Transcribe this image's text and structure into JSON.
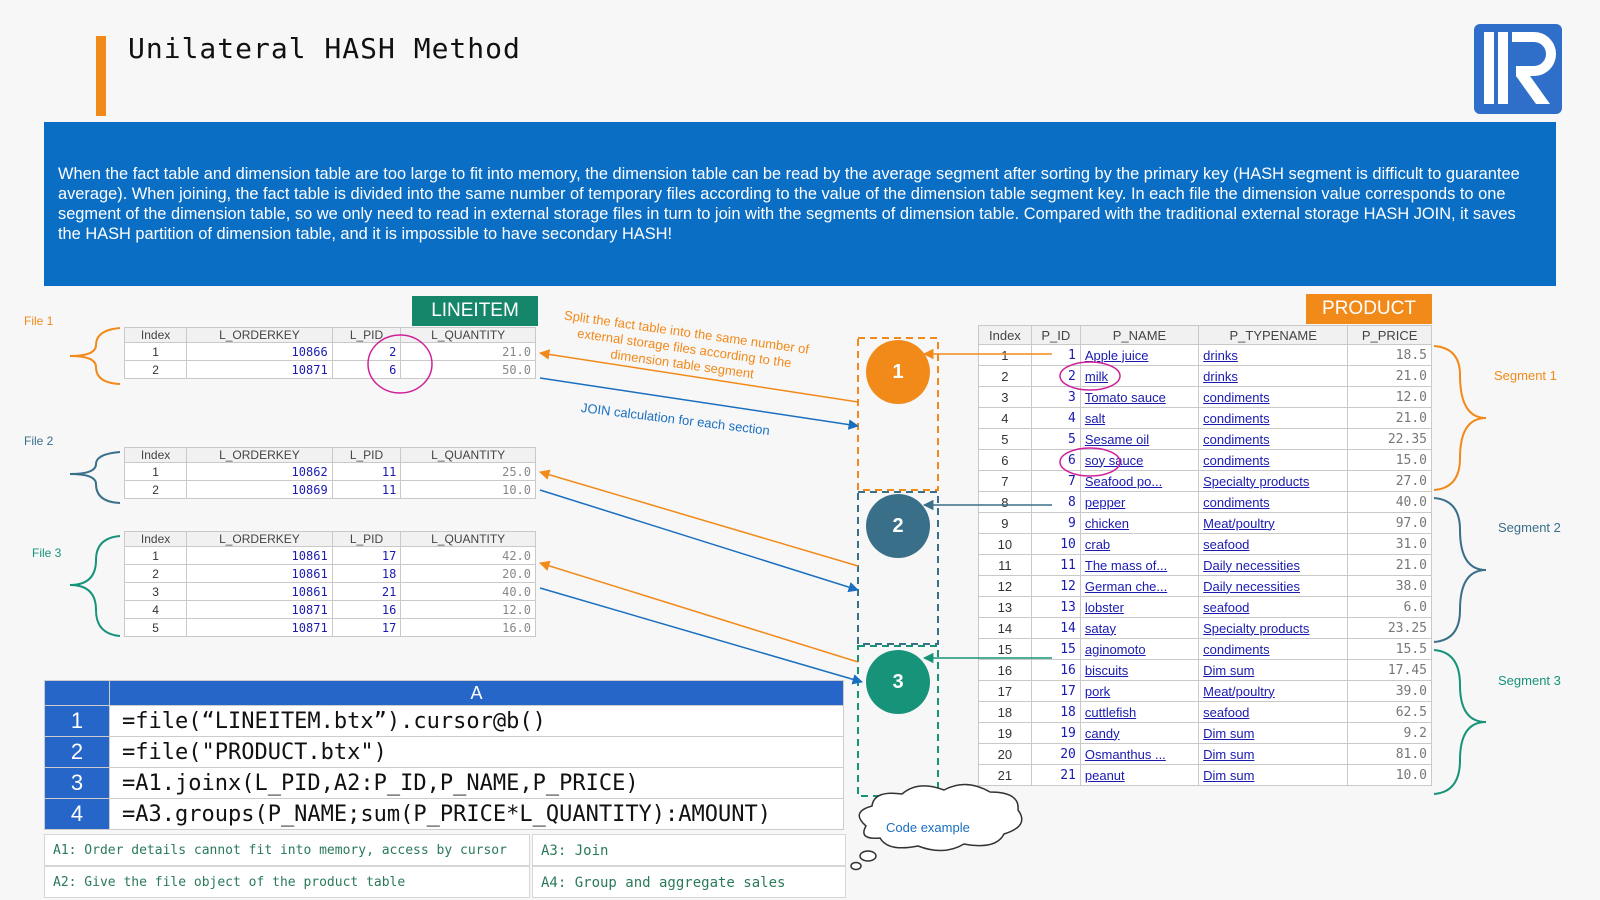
{
  "title": "Unilateral HASH Method",
  "description": "When the fact table and dimension table are too large to fit into memory, the dimension table can be read by the average segment after sorting by the primary key (HASH segment is difficult to guarantee average). When joining, the fact table is divided into the same number of temporary files according to the value of the dimension table segment key. In each file the dimension value corresponds to one segment of the dimension table, so we only need to  read in external storage files in turn to join with the segments of dimension table. Compared with the traditional external storage HASH JOIN, it saves the HASH partition of dimension table, and it is impossible to have secondary HASH!",
  "colors": {
    "accent": "#f28a1a",
    "banner": "#0b6ec5",
    "lineitem_tag": "#16866a",
    "product_tag": "#f28a1a",
    "circle1": "#f28a1a",
    "circle2": "#3a6f8a",
    "circle3": "#17937a",
    "code_blue": "#2566c8"
  },
  "lineitem": {
    "tag": "LINEITEM",
    "columns": [
      "Index",
      "L_ORDERKEY",
      "L_PID",
      "L_QUANTITY"
    ],
    "files": [
      {
        "label": "File 1",
        "rows": [
          [
            "1",
            "10866",
            "2",
            "21.0"
          ],
          [
            "2",
            "10871",
            "6",
            "50.0"
          ]
        ]
      },
      {
        "label": "File 2",
        "rows": [
          [
            "1",
            "10862",
            "11",
            "25.0"
          ],
          [
            "2",
            "10869",
            "11",
            "10.0"
          ]
        ]
      },
      {
        "label": "File 3",
        "rows": [
          [
            "1",
            "10861",
            "17",
            "42.0"
          ],
          [
            "2",
            "10861",
            "18",
            "20.0"
          ],
          [
            "3",
            "10861",
            "21",
            "40.0"
          ],
          [
            "4",
            "10871",
            "16",
            "12.0"
          ],
          [
            "5",
            "10871",
            "17",
            "16.0"
          ]
        ]
      }
    ]
  },
  "product": {
    "tag": "PRODUCT",
    "columns": [
      "Index",
      "P_ID",
      "P_NAME",
      "P_TYPENAME",
      "P_PRICE"
    ],
    "rows": [
      [
        "1",
        "1",
        "Apple juice",
        "drinks",
        "18.5"
      ],
      [
        "2",
        "2",
        "milk",
        "drinks",
        "21.0"
      ],
      [
        "3",
        "3",
        "Tomato sauce",
        "condiments",
        "12.0"
      ],
      [
        "4",
        "4",
        "salt",
        "condiments",
        "21.0"
      ],
      [
        "5",
        "5",
        "Sesame oil",
        "condiments",
        "22.35"
      ],
      [
        "6",
        "6",
        "soy sauce",
        "condiments",
        "15.0"
      ],
      [
        "7",
        "7",
        "Seafood po...",
        "Specialty products",
        "27.0"
      ],
      [
        "8",
        "8",
        "pepper",
        "condiments",
        "40.0"
      ],
      [
        "9",
        "9",
        "chicken",
        "Meat/poultry",
        "97.0"
      ],
      [
        "10",
        "10",
        "crab",
        "seafood",
        "31.0"
      ],
      [
        "11",
        "11",
        "The mass of...",
        "Daily necessities",
        "21.0"
      ],
      [
        "12",
        "12",
        "German che...",
        "Daily necessities",
        "38.0"
      ],
      [
        "13",
        "13",
        "lobster",
        "seafood",
        "6.0"
      ],
      [
        "14",
        "14",
        "satay",
        "Specialty products",
        "23.25"
      ],
      [
        "15",
        "15",
        "aginomoto",
        "condiments",
        "15.5"
      ],
      [
        "16",
        "16",
        "biscuits",
        "Dim sum",
        "17.45"
      ],
      [
        "17",
        "17",
        "pork",
        "Meat/poultry",
        "39.0"
      ],
      [
        "18",
        "18",
        "cuttlefish",
        "seafood",
        "62.5"
      ],
      [
        "19",
        "19",
        "candy",
        "Dim sum",
        "9.2"
      ],
      [
        "20",
        "20",
        "Osmanthus ...",
        "Dim sum",
        "81.0"
      ],
      [
        "21",
        "21",
        "peanut",
        "Dim sum",
        "10.0"
      ]
    ],
    "segments": [
      "Segment 1",
      "Segment 2",
      "Segment 3"
    ]
  },
  "annotations": {
    "split": "Split the fact table into the same number of external storage files according to the dimension table segment",
    "join": "JOIN calculation for each section",
    "code_example": "Code example"
  },
  "circles": [
    "1",
    "2",
    "3"
  ],
  "code": {
    "header": "A",
    "lines": [
      {
        "num": "1",
        "text": "=file(“LINEITEM.btx”).cursor@b()"
      },
      {
        "num": "2",
        "text": "=file(\"PRODUCT.btx\")"
      },
      {
        "num": "3",
        "text": "=A1.joinx(L_PID,A2:P_ID,P_NAME,P_PRICE)"
      },
      {
        "num": "4",
        "text": "=A3.groups(P_NAME;sum(P_PRICE*L_QUANTITY):AMOUNT)"
      }
    ],
    "notes": [
      "A1: Order details cannot fit into memory, access by cursor",
      "A3: Join",
      "A2: Give the file object of the product table",
      "A4: Group and aggregate sales"
    ]
  }
}
